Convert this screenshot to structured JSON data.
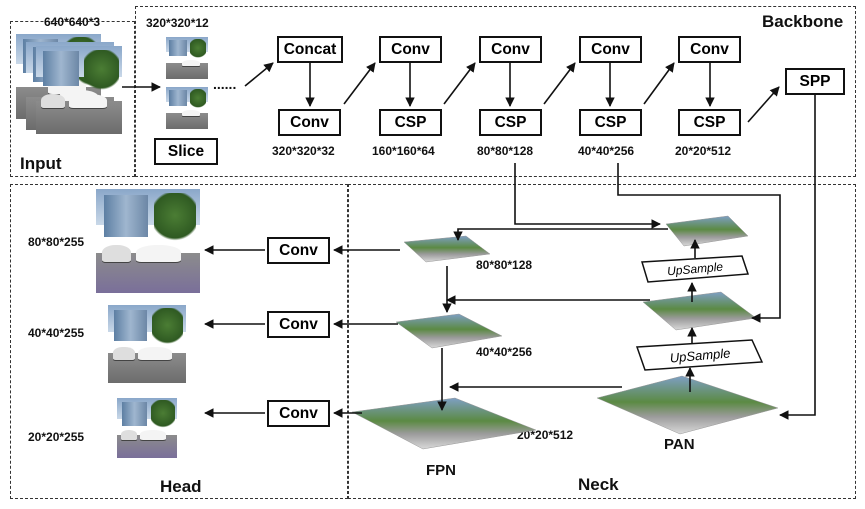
{
  "regions": {
    "input": "Input",
    "backbone": "Backbone",
    "head": "Head",
    "neck": "Neck",
    "fpn": "FPN",
    "pan": "PAN"
  },
  "dims": {
    "input": "640*640*3",
    "slice_out": "320*320*12",
    "conv1": "320*320*32",
    "csp1": "160*160*64",
    "csp2": "80*80*128",
    "csp3": "40*40*256",
    "csp4": "20*20*512",
    "fpn80": "80*80*128",
    "fpn40": "40*40*256",
    "fpn20": "20*20*512",
    "head80": "80*80*255",
    "head40": "40*40*255",
    "head20": "20*20*255"
  },
  "modules": {
    "slice": "Slice",
    "concat": "Concat",
    "conv": "Conv",
    "csp": "CSP",
    "spp": "SPP",
    "upsample": "UpSample"
  },
  "ellipsis": "......"
}
